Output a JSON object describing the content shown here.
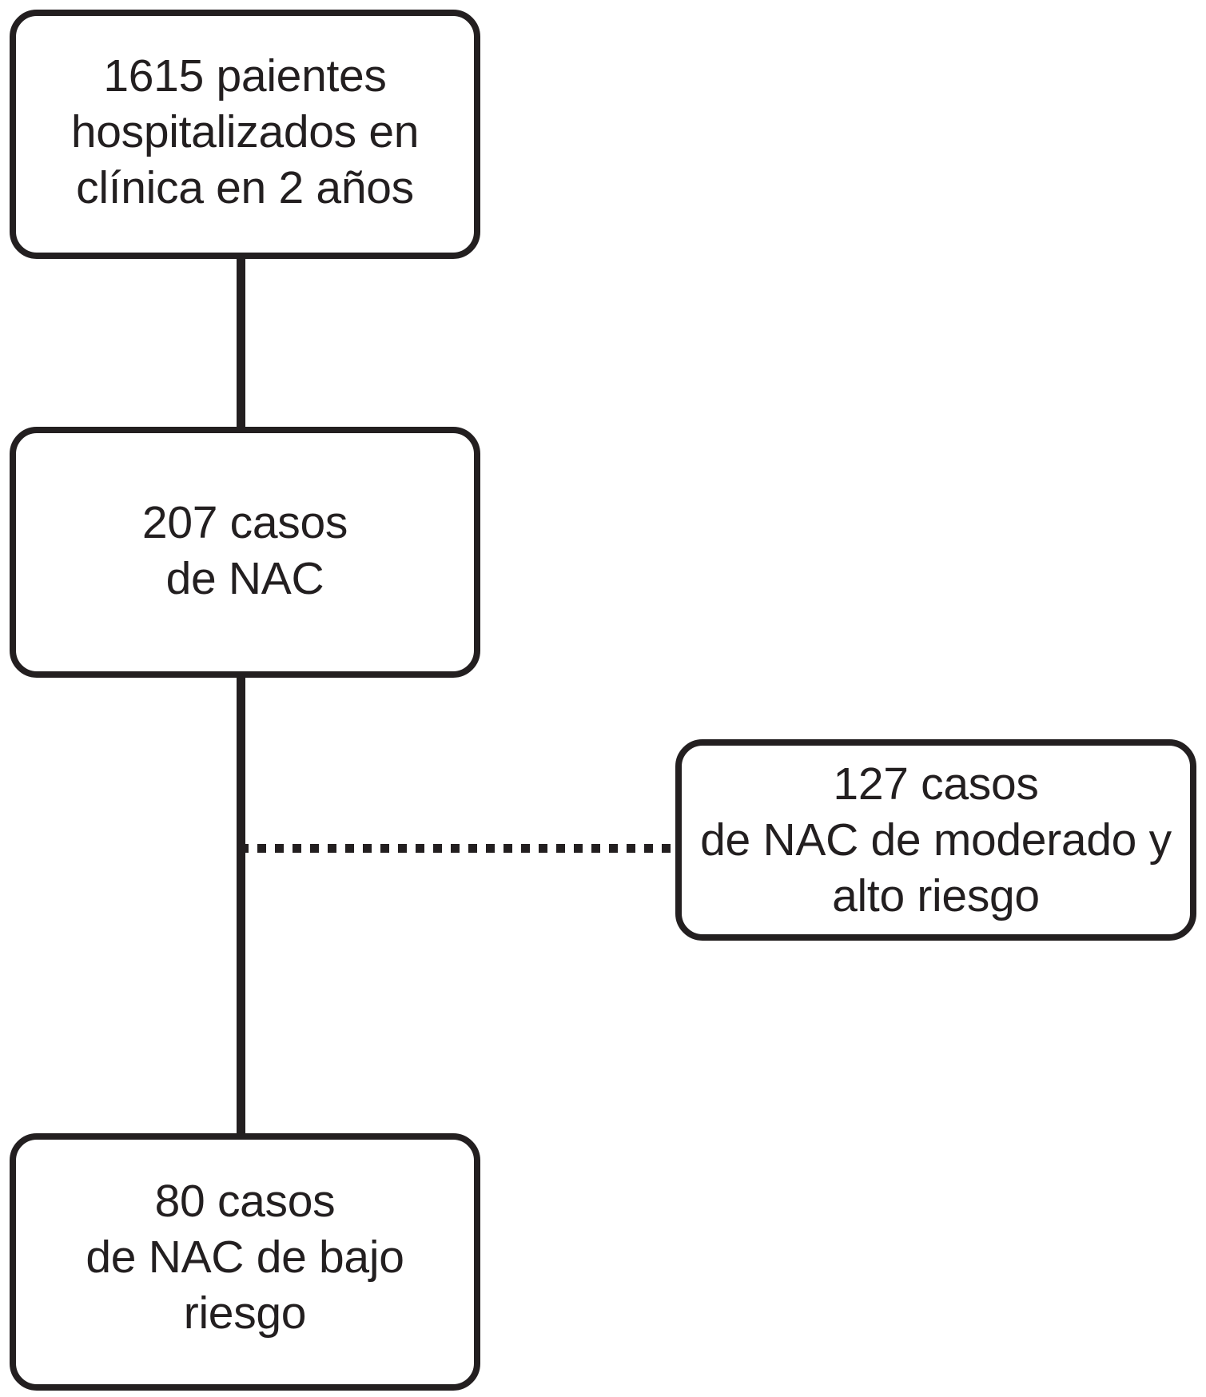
{
  "figure": {
    "type": "flowchart",
    "language": "es",
    "orientation": "vertical",
    "nodes": [
      {
        "id": "cohort",
        "label": "1615 paientes\nhospitalizados en\nclínica en 2 años",
        "count": 1615,
        "lines": [
          "1615 paientes",
          "hospitalizados en",
          "clínica en 2 años"
        ]
      },
      {
        "id": "cap_cases",
        "label": "207 casos\nde NAC",
        "count": 207,
        "lines": [
          "207 casos",
          "de NAC"
        ]
      },
      {
        "id": "high_risk",
        "label": "127 casos\nde NAC de moderado y\nalto riesgo",
        "count": 127,
        "lines": [
          "127 casos",
          "de NAC de moderado y",
          "alto riesgo"
        ]
      },
      {
        "id": "low_risk",
        "label": "80 casos\nde NAC de bajo\nriesgo",
        "count": 80,
        "lines": [
          "80 casos",
          "de NAC de bajo",
          "riesgo"
        ]
      }
    ],
    "edges": [
      {
        "from": "cohort",
        "to": "cap_cases",
        "style": "solid",
        "direction": "vertical"
      },
      {
        "from": "cap_cases",
        "to": "low_risk",
        "style": "solid",
        "direction": "vertical"
      },
      {
        "from": "cap_cases",
        "to": "high_risk",
        "style": "dotted",
        "direction": "horizontal"
      }
    ],
    "colors": {
      "stroke": "#231f20",
      "fill": "#ffffff",
      "text": "#231f20"
    }
  }
}
